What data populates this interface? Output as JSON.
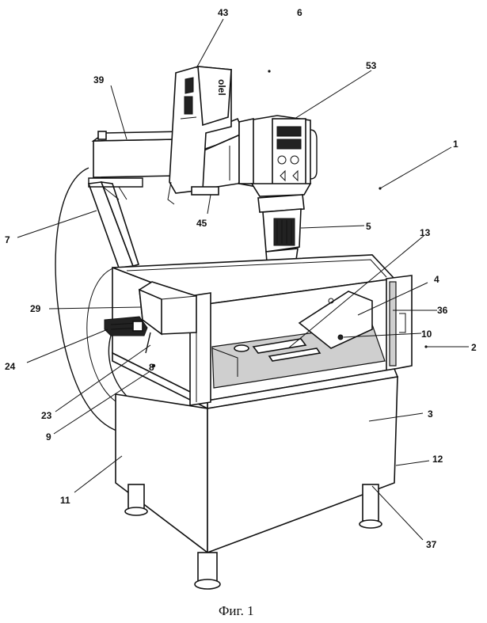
{
  "caption": "Фиг. 1",
  "labels": {
    "l43": "43",
    "l6": "6",
    "l53": "53",
    "l39": "39",
    "l1": "1",
    "l7": "7",
    "l45": "45",
    "l5": "5",
    "l13": "13",
    "l4": "4",
    "l29": "29",
    "l36": "36",
    "l10": "10",
    "l2": "2",
    "l24": "24",
    "l8": "8",
    "l3": "3",
    "l23": "23",
    "l9": "9",
    "l12": "12",
    "l11": "11",
    "l37": "37"
  },
  "panel_text": "olel"
}
